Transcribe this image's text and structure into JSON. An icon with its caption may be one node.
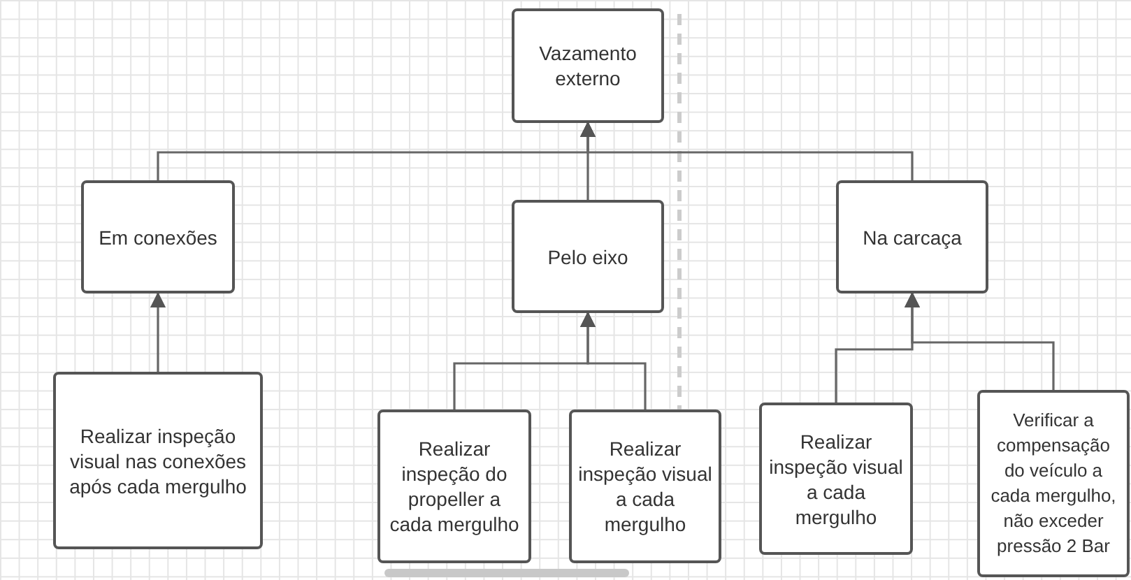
{
  "diagram": {
    "nodes": [
      {
        "text": [
          "Vazamento externo"
        ]
      },
      {
        "text": [
          "Em conexões"
        ]
      },
      {
        "text": [
          "Pelo eixo"
        ]
      },
      {
        "text": [
          "Na carcaça"
        ]
      },
      {
        "text": [
          "Realizar inspeção visual nas conexões após cada mergulho"
        ]
      },
      {
        "text": [
          "Realizar inspeção do propeller a cada mergulho"
        ]
      },
      {
        "text": [
          "Realizar inspeção visual a cada mergulho"
        ]
      },
      {
        "text": [
          "Realizar inspeção visual a cada mergulho"
        ]
      },
      {
        "text": [
          "Verificar a compensação do veículo a cada mergulho, não exceder pressão 2 Bar"
        ]
      }
    ],
    "edges": [
      {
        "from": 1,
        "to": 0,
        "arrow": "to"
      },
      {
        "from": 2,
        "to": 0,
        "arrow": "to"
      },
      {
        "from": 3,
        "to": 0,
        "arrow": "to"
      },
      {
        "from": 4,
        "to": 1,
        "arrow": "to"
      },
      {
        "from": 5,
        "to": 2,
        "arrow": "to"
      },
      {
        "from": 6,
        "to": 2,
        "arrow": "to"
      },
      {
        "from": 7,
        "to": 3,
        "arrow": "to"
      },
      {
        "from": 8,
        "to": 3,
        "arrow": "to"
      }
    ]
  }
}
